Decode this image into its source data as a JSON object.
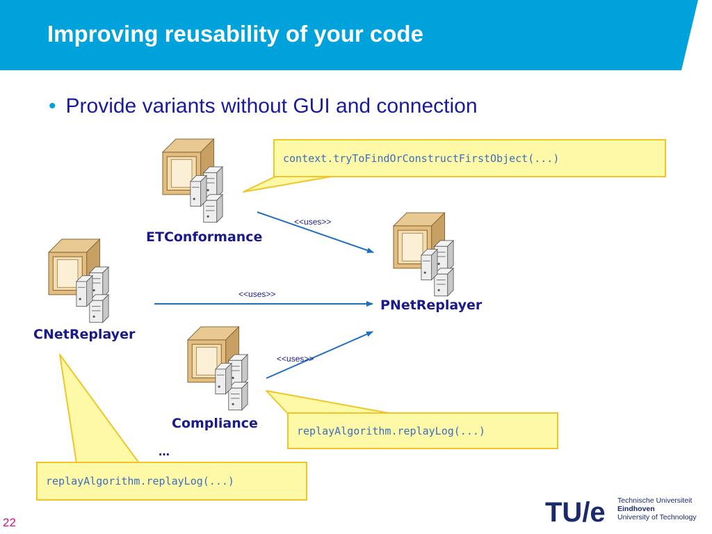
{
  "slide": {
    "title": "Improving reusability of your code",
    "bullet": "Provide variants without GUI and connection",
    "page_number": "22"
  },
  "components": {
    "etconformance": "ETConformance",
    "pnetreplayer": "PNetReplayer",
    "cnetreplayer": "CNetReplayer",
    "compliance": "Compliance",
    "ellipsis": "…"
  },
  "relations": {
    "uses_top": "<<uses>>",
    "uses_middle": "<<uses>>",
    "uses_bottom": "<<uses>>"
  },
  "callouts": {
    "top": "context.tryToFindOrConstructFirstObject(...)",
    "right": "replayAlgorithm.replayLog(...)",
    "bottom_left": "replayAlgorithm.replayLog(...)"
  },
  "logo": {
    "mark": "TU/e",
    "line1": "Technische Universiteit",
    "line2": "Eindhoven",
    "line3": "University of Technology"
  },
  "colors": {
    "header_blue": "#00a2db",
    "title_text": "#ffffff",
    "bullet_text": "#1a1a9c",
    "label_text": "#1a1a8c",
    "callout_fill": "#fdf9a6",
    "callout_border": "#f1c42a",
    "code_text": "#3b6ec0",
    "arrow": "#1f6fc0",
    "page_number": "#d4127f",
    "logo_red": "#c8102e"
  },
  "icons": {
    "component": "server-component-icon"
  }
}
